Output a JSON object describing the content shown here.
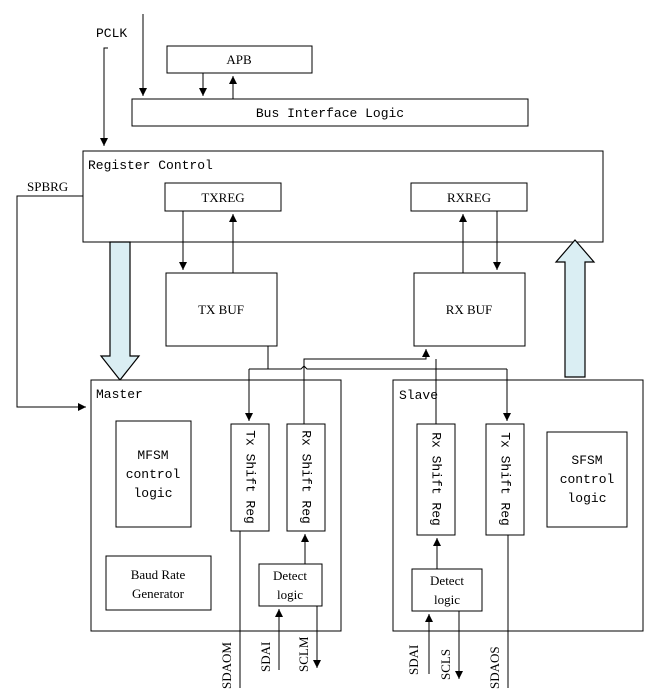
{
  "labels": {
    "pclk": "PCLK",
    "apb": "APB",
    "bus_interface": "Bus Interface Logic",
    "register_control": "Register Control",
    "spbrg": "SPBRG",
    "txreg": "TXREG",
    "rxreg": "RXREG",
    "tx_buf": "TX BUF",
    "rx_buf": "RX BUF",
    "master": "Master",
    "slave": "Slave",
    "mfsm": [
      "MFSM",
      "control",
      "logic"
    ],
    "sfsm": [
      "SFSM",
      "control",
      "logic"
    ],
    "master_tx_shift": "Tx Shift Reg",
    "master_rx_shift": "Rx Shift Reg",
    "slave_rx_shift": "Rx Shift Reg",
    "slave_tx_shift": "Tx Shift Reg",
    "baud": [
      "Baud Rate",
      "Generator"
    ],
    "master_detect": [
      "Detect",
      "logic"
    ],
    "slave_detect": [
      "Detect",
      "logic"
    ],
    "sdaom": "SDAOM",
    "sdai_m": "SDAI",
    "sclm": "SCLM",
    "sdai_s": "SDAI",
    "scls": "SCLS",
    "sdaos": "SDAOS"
  },
  "colors": {
    "line": "#000000",
    "fat_arrow_fill": "#daeef3",
    "background": "#ffffff"
  }
}
